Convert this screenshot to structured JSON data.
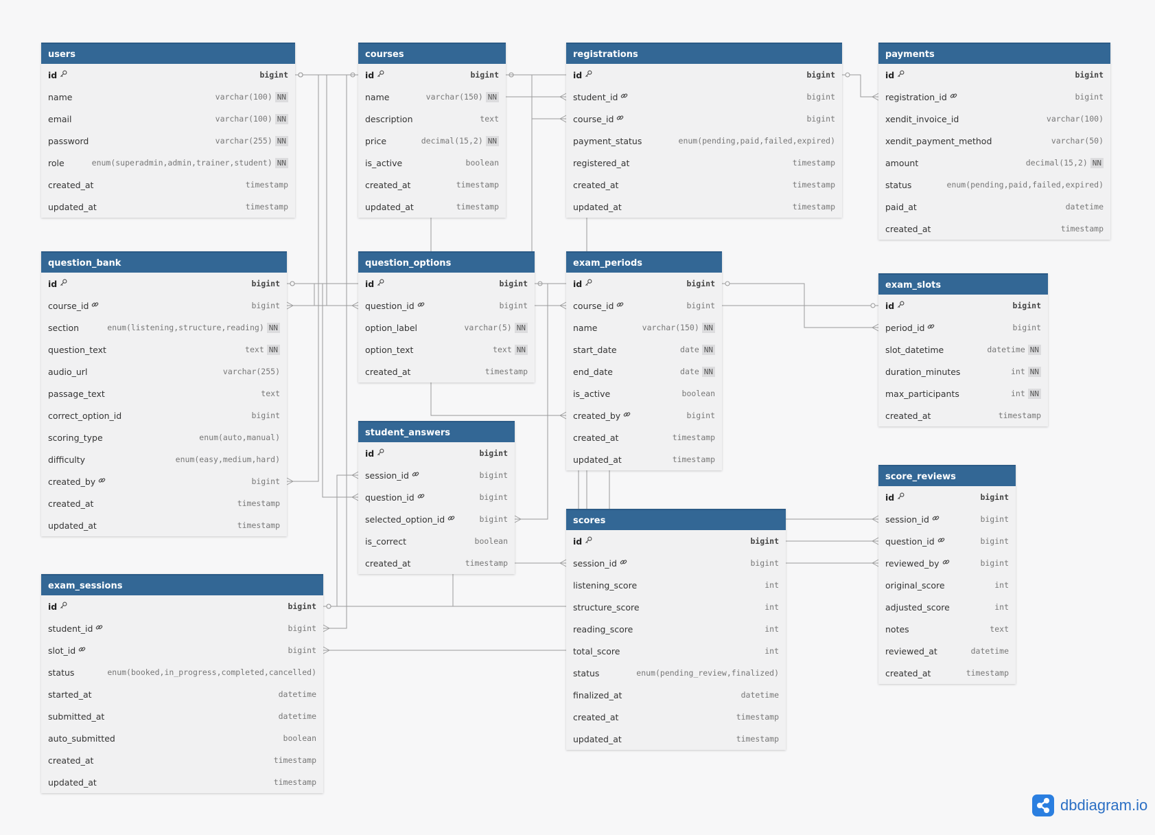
{
  "brand": {
    "name": "dbdiagram.io",
    "logo_icon": "share-nodes-icon"
  },
  "colors": {
    "header": "#336795",
    "edge": "#9a9a9a",
    "brand": "#2b6fc4"
  },
  "tables": [
    {
      "key": "users",
      "title": "users",
      "fields": [
        {
          "name": "id",
          "icon": "key-icon",
          "type": "bigint",
          "pk": true
        },
        {
          "name": "name",
          "type": "varchar(100)",
          "nn": true
        },
        {
          "name": "email",
          "type": "varchar(100)",
          "nn": true
        },
        {
          "name": "password",
          "type": "varchar(255)",
          "nn": true
        },
        {
          "name": "role",
          "type": "enum(superadmin,admin,trainer,student)",
          "nn": true
        },
        {
          "name": "created_at",
          "type": "timestamp"
        },
        {
          "name": "updated_at",
          "type": "timestamp"
        }
      ]
    },
    {
      "key": "courses",
      "title": "courses",
      "fields": [
        {
          "name": "id",
          "icon": "key-icon",
          "type": "bigint",
          "pk": true
        },
        {
          "name": "name",
          "type": "varchar(150)",
          "nn": true
        },
        {
          "name": "description",
          "type": "text"
        },
        {
          "name": "price",
          "type": "decimal(15,2)",
          "nn": true
        },
        {
          "name": "is_active",
          "type": "boolean"
        },
        {
          "name": "created_at",
          "type": "timestamp"
        },
        {
          "name": "updated_at",
          "type": "timestamp"
        }
      ]
    },
    {
      "key": "registrations",
      "title": "registrations",
      "fields": [
        {
          "name": "id",
          "icon": "key-icon",
          "type": "bigint",
          "pk": true
        },
        {
          "name": "student_id",
          "icon": "link-icon",
          "type": "bigint"
        },
        {
          "name": "course_id",
          "icon": "link-icon",
          "type": "bigint"
        },
        {
          "name": "payment_status",
          "type": "enum(pending,paid,failed,expired)"
        },
        {
          "name": "registered_at",
          "type": "timestamp"
        },
        {
          "name": "created_at",
          "type": "timestamp"
        },
        {
          "name": "updated_at",
          "type": "timestamp"
        }
      ]
    },
    {
      "key": "payments",
      "title": "payments",
      "fields": [
        {
          "name": "id",
          "icon": "key-icon",
          "type": "bigint",
          "pk": true
        },
        {
          "name": "registration_id",
          "icon": "link-icon",
          "type": "bigint"
        },
        {
          "name": "xendit_invoice_id",
          "type": "varchar(100)"
        },
        {
          "name": "xendit_payment_method",
          "type": "varchar(50)"
        },
        {
          "name": "amount",
          "type": "decimal(15,2)",
          "nn": true
        },
        {
          "name": "status",
          "type": "enum(pending,paid,failed,expired)"
        },
        {
          "name": "paid_at",
          "type": "datetime"
        },
        {
          "name": "created_at",
          "type": "timestamp"
        }
      ]
    },
    {
      "key": "question_bank",
      "title": "question_bank",
      "fields": [
        {
          "name": "id",
          "icon": "key-icon",
          "type": "bigint",
          "pk": true
        },
        {
          "name": "course_id",
          "icon": "link-icon",
          "type": "bigint"
        },
        {
          "name": "section",
          "type": "enum(listening,structure,reading)",
          "nn": true
        },
        {
          "name": "question_text",
          "type": "text",
          "nn": true
        },
        {
          "name": "audio_url",
          "type": "varchar(255)"
        },
        {
          "name": "passage_text",
          "type": "text"
        },
        {
          "name": "correct_option_id",
          "type": "bigint"
        },
        {
          "name": "scoring_type",
          "type": "enum(auto,manual)"
        },
        {
          "name": "difficulty",
          "type": "enum(easy,medium,hard)"
        },
        {
          "name": "created_by",
          "icon": "link-icon",
          "type": "bigint"
        },
        {
          "name": "created_at",
          "type": "timestamp"
        },
        {
          "name": "updated_at",
          "type": "timestamp"
        }
      ]
    },
    {
      "key": "question_options",
      "title": "question_options",
      "fields": [
        {
          "name": "id",
          "icon": "key-icon",
          "type": "bigint",
          "pk": true
        },
        {
          "name": "question_id",
          "icon": "link-icon",
          "type": "bigint"
        },
        {
          "name": "option_label",
          "type": "varchar(5)",
          "nn": true
        },
        {
          "name": "option_text",
          "type": "text",
          "nn": true
        },
        {
          "name": "created_at",
          "type": "timestamp"
        }
      ]
    },
    {
      "key": "exam_periods",
      "title": "exam_periods",
      "fields": [
        {
          "name": "id",
          "icon": "key-icon",
          "type": "bigint",
          "pk": true
        },
        {
          "name": "course_id",
          "icon": "link-icon",
          "type": "bigint"
        },
        {
          "name": "name",
          "type": "varchar(150)",
          "nn": true
        },
        {
          "name": "start_date",
          "type": "date",
          "nn": true
        },
        {
          "name": "end_date",
          "type": "date",
          "nn": true
        },
        {
          "name": "is_active",
          "type": "boolean"
        },
        {
          "name": "created_by",
          "icon": "link-icon",
          "type": "bigint"
        },
        {
          "name": "created_at",
          "type": "timestamp"
        },
        {
          "name": "updated_at",
          "type": "timestamp"
        }
      ]
    },
    {
      "key": "exam_slots",
      "title": "exam_slots",
      "fields": [
        {
          "name": "id",
          "icon": "key-icon",
          "type": "bigint",
          "pk": true
        },
        {
          "name": "period_id",
          "icon": "link-icon",
          "type": "bigint"
        },
        {
          "name": "slot_datetime",
          "type": "datetime",
          "nn": true
        },
        {
          "name": "duration_minutes",
          "type": "int",
          "nn": true
        },
        {
          "name": "max_participants",
          "type": "int",
          "nn": true
        },
        {
          "name": "created_at",
          "type": "timestamp"
        }
      ]
    },
    {
      "key": "student_answers",
      "title": "student_answers",
      "fields": [
        {
          "name": "id",
          "icon": "key-icon",
          "type": "bigint",
          "pk": true
        },
        {
          "name": "session_id",
          "icon": "link-icon",
          "type": "bigint"
        },
        {
          "name": "question_id",
          "icon": "link-icon",
          "type": "bigint"
        },
        {
          "name": "selected_option_id",
          "icon": "link-icon",
          "type": "bigint"
        },
        {
          "name": "is_correct",
          "type": "boolean"
        },
        {
          "name": "created_at",
          "type": "timestamp"
        }
      ]
    },
    {
      "key": "score_reviews",
      "title": "score_reviews",
      "fields": [
        {
          "name": "id",
          "icon": "key-icon",
          "type": "bigint",
          "pk": true
        },
        {
          "name": "session_id",
          "icon": "link-icon",
          "type": "bigint"
        },
        {
          "name": "question_id",
          "icon": "link-icon",
          "type": "bigint"
        },
        {
          "name": "reviewed_by",
          "icon": "link-icon",
          "type": "bigint"
        },
        {
          "name": "original_score",
          "type": "int"
        },
        {
          "name": "adjusted_score",
          "type": "int"
        },
        {
          "name": "notes",
          "type": "text"
        },
        {
          "name": "reviewed_at",
          "type": "datetime"
        },
        {
          "name": "created_at",
          "type": "timestamp"
        }
      ]
    },
    {
      "key": "exam_sessions",
      "title": "exam_sessions",
      "fields": [
        {
          "name": "id",
          "icon": "key-icon",
          "type": "bigint",
          "pk": true
        },
        {
          "name": "student_id",
          "icon": "link-icon",
          "type": "bigint"
        },
        {
          "name": "slot_id",
          "icon": "link-icon",
          "type": "bigint"
        },
        {
          "name": "status",
          "type": "enum(booked,in_progress,completed,cancelled)"
        },
        {
          "name": "started_at",
          "type": "datetime"
        },
        {
          "name": "submitted_at",
          "type": "datetime"
        },
        {
          "name": "auto_submitted",
          "type": "boolean"
        },
        {
          "name": "created_at",
          "type": "timestamp"
        },
        {
          "name": "updated_at",
          "type": "timestamp"
        }
      ]
    },
    {
      "key": "scores",
      "title": "scores",
      "fields": [
        {
          "name": "id",
          "icon": "key-icon",
          "type": "bigint",
          "pk": true
        },
        {
          "name": "session_id",
          "icon": "link-icon",
          "type": "bigint"
        },
        {
          "name": "listening_score",
          "type": "int"
        },
        {
          "name": "structure_score",
          "type": "int"
        },
        {
          "name": "reading_score",
          "type": "int"
        },
        {
          "name": "total_score",
          "type": "int"
        },
        {
          "name": "status",
          "type": "enum(pending_review,finalized)"
        },
        {
          "name": "finalized_at",
          "type": "datetime"
        },
        {
          "name": "created_at",
          "type": "timestamp"
        },
        {
          "name": "updated_at",
          "type": "timestamp"
        }
      ]
    }
  ],
  "relationships": [
    {
      "from": "users.id",
      "to": "registrations.student_id"
    },
    {
      "from": "courses.id",
      "to": "registrations.course_id"
    },
    {
      "from": "registrations.id",
      "to": "payments.registration_id"
    },
    {
      "from": "courses.id",
      "to": "question_bank.course_id"
    },
    {
      "from": "users.id",
      "to": "question_bank.created_by"
    },
    {
      "from": "question_bank.id",
      "to": "question_options.question_id"
    },
    {
      "from": "courses.id",
      "to": "exam_periods.course_id"
    },
    {
      "from": "users.id",
      "to": "exam_periods.created_by"
    },
    {
      "from": "exam_periods.id",
      "to": "exam_slots.period_id"
    },
    {
      "from": "exam_slots.id",
      "to": "exam_sessions.slot_id"
    },
    {
      "from": "users.id",
      "to": "exam_sessions.student_id"
    },
    {
      "from": "exam_sessions.id",
      "to": "student_answers.session_id"
    },
    {
      "from": "question_bank.id",
      "to": "student_answers.question_id"
    },
    {
      "from": "question_options.id",
      "to": "student_answers.selected_option_id"
    },
    {
      "from": "exam_sessions.id",
      "to": "scores.session_id"
    },
    {
      "from": "exam_sessions.id",
      "to": "score_reviews.session_id"
    },
    {
      "from": "question_bank.id",
      "to": "score_reviews.question_id"
    },
    {
      "from": "users.id",
      "to": "score_reviews.reviewed_by"
    }
  ]
}
